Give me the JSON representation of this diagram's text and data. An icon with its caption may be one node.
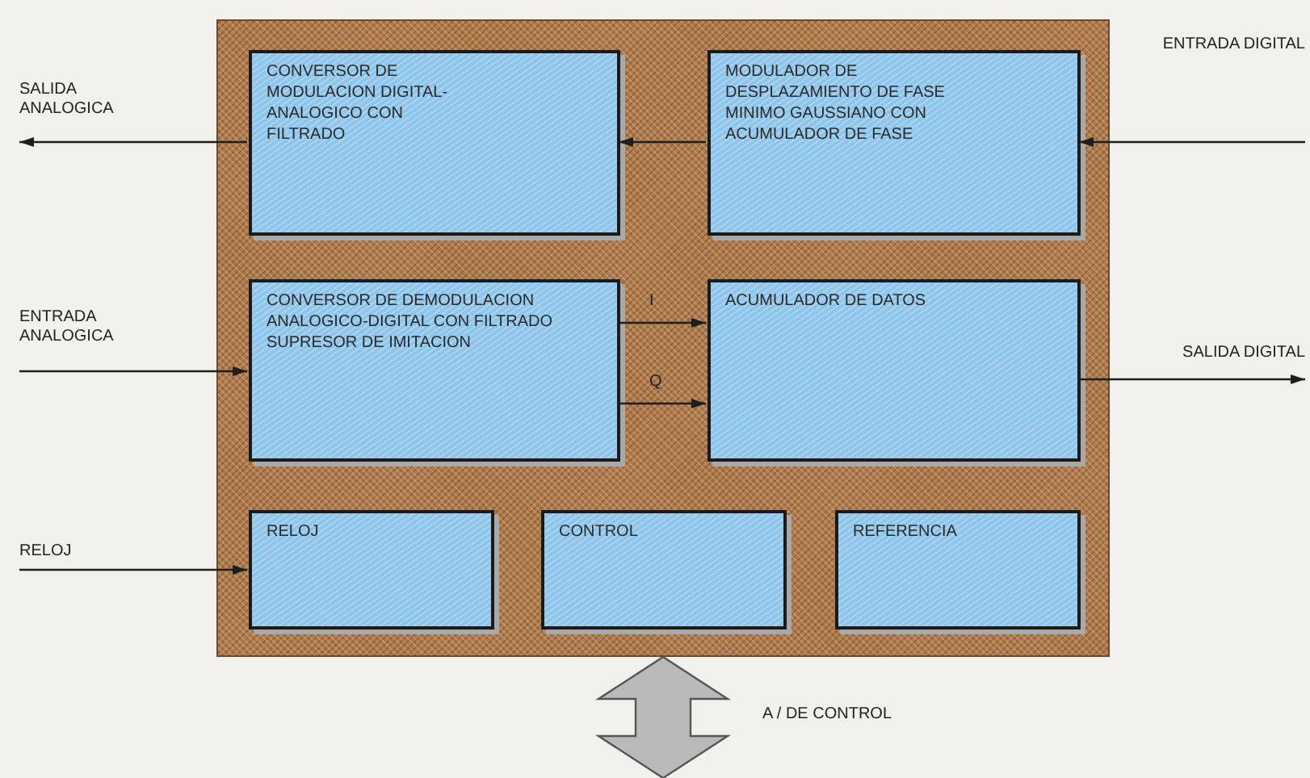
{
  "diagram": {
    "nodes": [
      {
        "text": [],
        "shape": "box"
      },
      {
        "text": [
          "CONVERSOR DE MODULACION DIGITAL-ANALOGICO CON FILTRADO"
        ],
        "in": 0
      },
      {
        "text": [
          "MODULADOR DE DESPLAZAMIENTO DE FASE MINIMO GAUSSIANO CON ACUMULADOR DE FASE"
        ],
        "in": 0
      },
      {
        "text": [
          "CONVERSOR DE DEMODULACION ANALOGICO-DIGITAL CON FILTRADO SUPRESOR DE IMITACION"
        ],
        "in": 0
      },
      {
        "text": [
          "ACUMULADOR DE DATOS"
        ],
        "in": 0
      },
      {
        "text": [
          "RELOJ"
        ],
        "in": 0
      },
      {
        "text": [
          "CONTROL"
        ],
        "in": 0
      },
      {
        "text": [
          "REFERENCIA"
        ],
        "in": 0
      },
      {
        "text": [
          "SALIDA ANALOGICA"
        ]
      },
      {
        "text": [
          "ENTRADA DIGITAL"
        ]
      },
      {
        "text": [
          "ENTRADA ANALOGICA"
        ]
      },
      {
        "text": [
          "SALIDA DIGITAL"
        ]
      },
      {
        "text": [
          "RELOJ"
        ]
      }
    ],
    "edges": [
      {
        "from": 1,
        "to": 8,
        "arrow": "to"
      },
      {
        "from": 9,
        "to": 2,
        "arrow": "to"
      },
      {
        "from": 2,
        "to": 1,
        "arrow": "to"
      },
      {
        "from": 10,
        "to": 3,
        "arrow": "to"
      },
      {
        "from": 3,
        "to": 4,
        "arrow": "to",
        "label": "I"
      },
      {
        "from": 3,
        "to": 4,
        "arrow": "to",
        "label": "Q"
      },
      {
        "from": 4,
        "to": 11,
        "arrow": "to"
      },
      {
        "from": 12,
        "to": 5,
        "arrow": "to"
      },
      {
        "from": 0,
        "to": null,
        "arrow": "both",
        "style": "thick"
      }
    ],
    "labels": [
      "A / DE CONTROL"
    ]
  }
}
